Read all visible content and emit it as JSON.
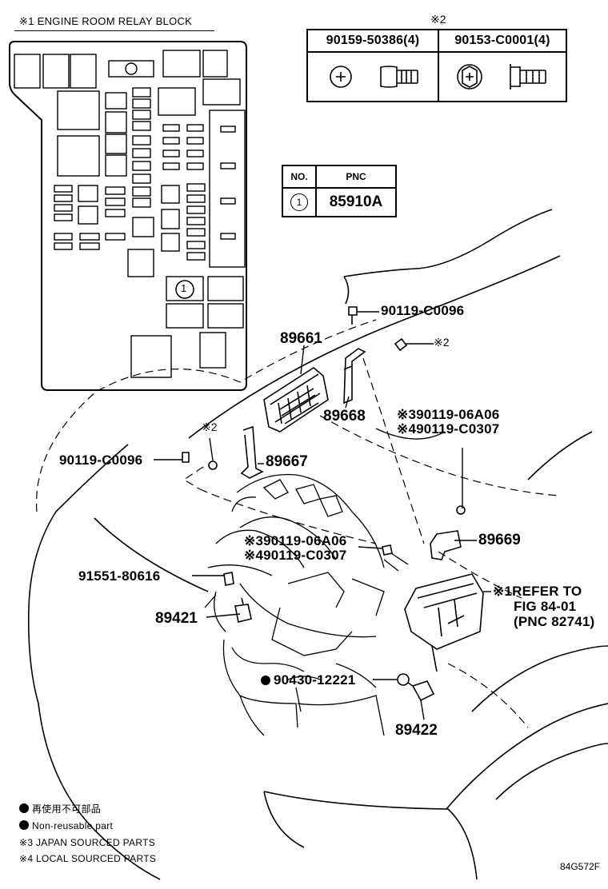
{
  "relay_block": {
    "title": "※1 ENGINE ROOM RELAY BLOCK",
    "position_marker": "1"
  },
  "fasteners": {
    "header_mark": "※2",
    "items": [
      {
        "part_no": "90159-50386(4)",
        "icon": "phillips-pan-screw-icon"
      },
      {
        "part_no": "90153-C0001(4)",
        "icon": "hex-flange-bolt-icon"
      }
    ]
  },
  "pnc_table": {
    "col_no": "NO.",
    "col_pnc": "PNC",
    "row_no": "1",
    "row_pnc": "85910A"
  },
  "callouts": {
    "c1": "90119-C0096",
    "c2": "※2",
    "c3": "89661",
    "c4": "89668",
    "c5": "※390119-06A06",
    "c6": "※490119-C0307",
    "c7": "90119-C0096",
    "c8": "※2",
    "c9": "89667",
    "c10": "※390119-06A06",
    "c11": "※490119-C0307",
    "c12": "89669",
    "c13": "91551-80616",
    "c14": "※1REFER TO",
    "c15": "FIG 84-01",
    "c16": "(PNC 82741)",
    "c17": "89421",
    "c18": "90430-12221",
    "c19": "89422"
  },
  "legend": {
    "jp_nonreusable": "再使用不可部品",
    "en_nonreusable": "Non-reusable part",
    "note3": "※3 JAPAN SOURCED PARTS",
    "note4": "※4 LOCAL SOURCED PARTS"
  },
  "figure_code": "84G572F"
}
